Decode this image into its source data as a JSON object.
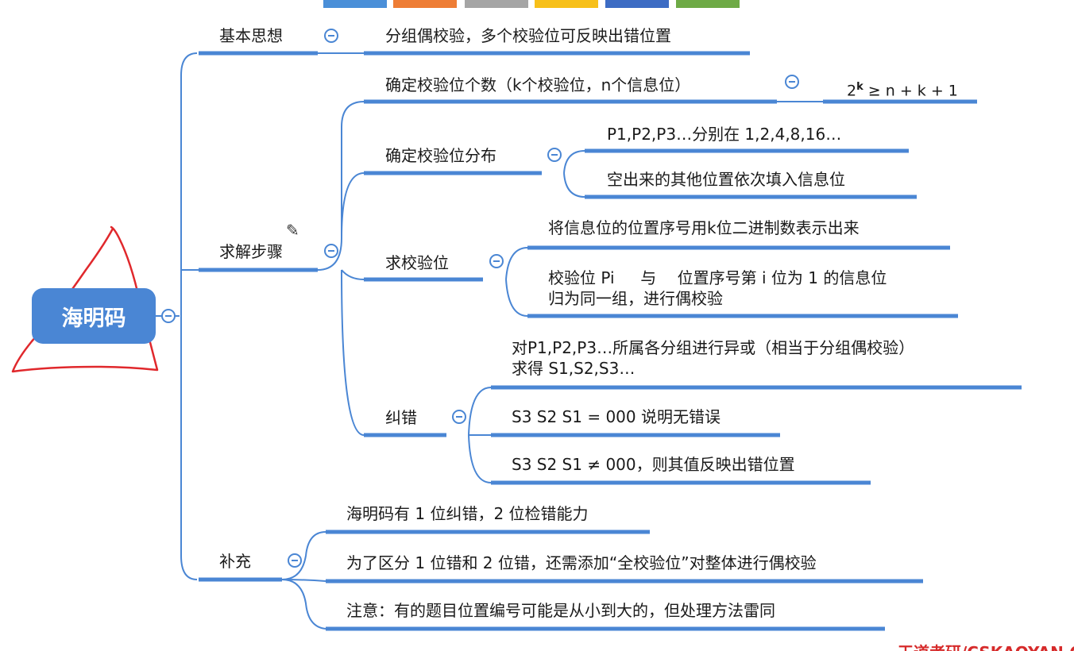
{
  "toolbar_swatches": [
    "#4a8fd8",
    "#ee7d35",
    "#a5a5a5",
    "#f7c01a",
    "#3d6cc4",
    "#6eaa46"
  ],
  "root": {
    "label": "海明码"
  },
  "branches": {
    "basic_idea": {
      "label": "基本思想",
      "content": "分组偶校验，多个校验位可反映出错位置"
    },
    "steps": {
      "label": "求解步骤",
      "determine_count": {
        "label": "确定校验位个数（k个校验位，n个信息位）",
        "formula_base": "2",
        "formula_exp": "k",
        "formula_rest": " ≥ n + k + 1"
      },
      "determine_distribution": {
        "label": "确定校验位分布",
        "items": [
          "P1,P2,P3…分别在 1,2,4,8,16…",
          "空出来的其他位置依次填入信息位"
        ]
      },
      "compute_parity": {
        "label": "求校验位",
        "items": [
          "将信息位的位置序号用k位二进制数表示出来",
          "校验位 Pi 　 与 　位置序号第 i 位为 1 的信息位\n归为同一组，进行偶校验"
        ]
      },
      "error_correction": {
        "label": "纠错",
        "items": [
          "对P1,P2,P3…所属各分组进行异或（相当于分组偶校验）\n求得 S1,S2,S3…",
          "S3 S2 S1 = 000 说明无错误",
          "S3 S2 S1 ≠ 000，则其值反映出错位置"
        ]
      }
    },
    "supplement": {
      "label": "补充",
      "items": [
        "海明码有 1 位纠错，2 位检错能力",
        "为了区分 1 位错和 2 位错，还需添加“全校验位”对整体进行偶校验",
        "注意：有的题目位置编号可能是从小到大的，但处理方法雷同"
      ]
    }
  },
  "colors": {
    "line": "#4a86d4",
    "annotation": "#e0282c",
    "watermark": "#d62b2b"
  },
  "watermark_text": "王道考研/CSKAOYAN.COM"
}
